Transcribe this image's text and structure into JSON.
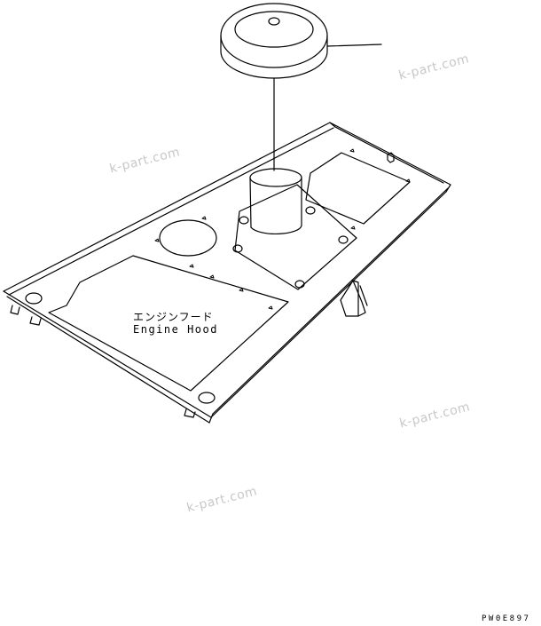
{
  "labels": {
    "part_jp": "エンジンフード",
    "part_en": "Engine Hood",
    "drawing_code": "PW0E897"
  },
  "watermarks": [
    "k-part.com",
    "k-part.com",
    "k-part.com",
    "k-part.com"
  ]
}
